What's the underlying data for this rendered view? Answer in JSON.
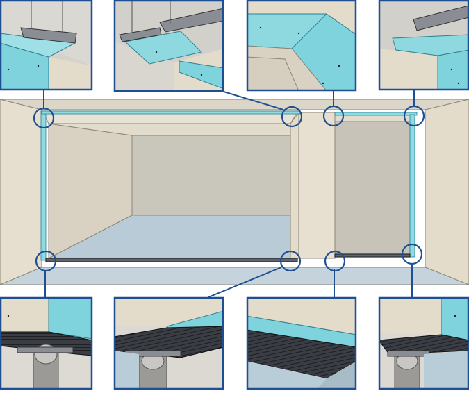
{
  "diagram": {
    "title": "",
    "colors": {
      "frame_blue": "#1f4f93",
      "board_cyan": "#7fd3dc",
      "board_cyan_dark": "#4fb3c0",
      "wall_beige": "#e3dccb",
      "wall_beige_dark": "#cfc7b3",
      "back_wall": "#c9c5ba",
      "floor_blue": "#b9cdd8",
      "ceiling_grey": "#d8d6d0",
      "drain_black": "#2a2a2a",
      "steel_grey": "#9aa0a6",
      "concrete": "#9b9a96"
    },
    "detail_callouts": [
      {
        "id": "top-1",
        "subject": "ceiling-corner-left-detail"
      },
      {
        "id": "top-2",
        "subject": "ceiling-corner-mid-detail"
      },
      {
        "id": "top-3",
        "subject": "wall-corner-board-detail"
      },
      {
        "id": "top-4",
        "subject": "ceiling-corner-right-detail"
      },
      {
        "id": "bottom-1",
        "subject": "floor-drain-left-detail"
      },
      {
        "id": "bottom-2",
        "subject": "floor-drain-upstand-detail"
      },
      {
        "id": "bottom-3",
        "subject": "floor-wall-junction-detail"
      },
      {
        "id": "bottom-4",
        "subject": "floor-drain-right-detail"
      }
    ]
  }
}
